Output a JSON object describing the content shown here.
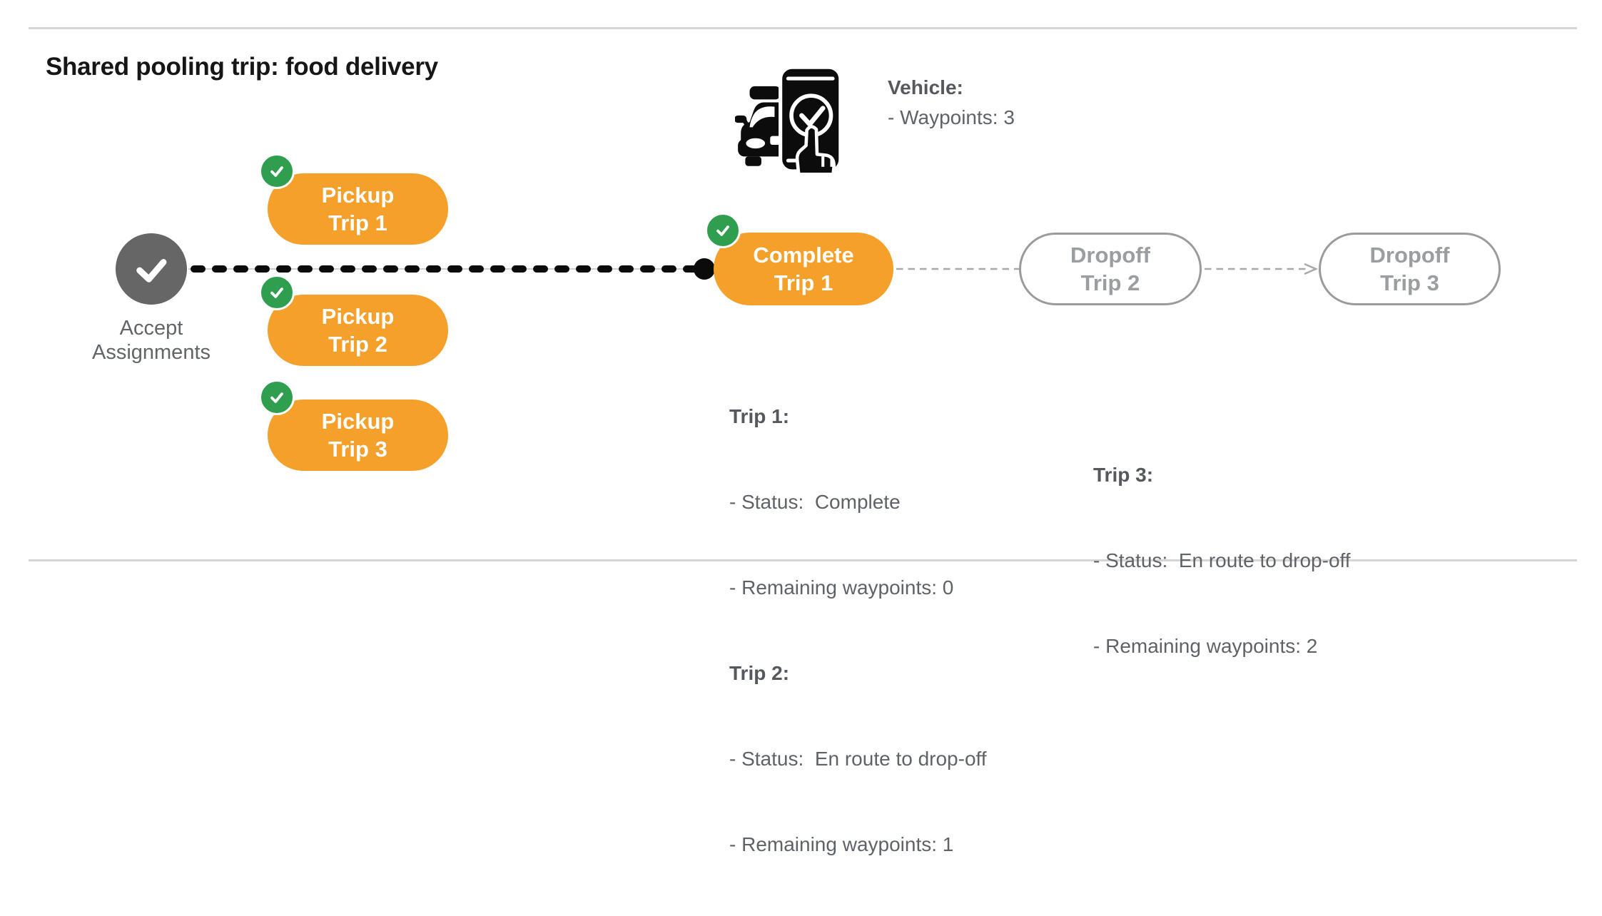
{
  "page": {
    "title": "Shared pooling trip: food delivery"
  },
  "vehicle": {
    "heading": "Vehicle:",
    "waypoints": "- Waypoints: 3",
    "icon": "car-phone-check-icon"
  },
  "accept_node": {
    "icon": "checkmark-icon",
    "label_line1": "Accept",
    "label_line2": "Assignments"
  },
  "pickups": [
    {
      "line1": "Pickup",
      "line2": "Trip 1",
      "badge_icon": "check-badge-icon"
    },
    {
      "line1": "Pickup",
      "line2": "Trip 2",
      "badge_icon": "check-badge-icon"
    },
    {
      "line1": "Pickup",
      "line2": "Trip 3",
      "badge_icon": "check-badge-icon"
    }
  ],
  "complete_node": {
    "line1": "Complete",
    "line2": "Trip 1",
    "badge_icon": "check-badge-icon"
  },
  "dropoffs": [
    {
      "line1": "Dropoff",
      "line2": "Trip 2"
    },
    {
      "line1": "Dropoff",
      "line2": "Trip 3"
    }
  ],
  "connectors": {
    "main_style": "black-dashed-over-thin-gray-line",
    "dot": "waypoint-dot",
    "dropoff_links": "gray-dashed",
    "arrowhead": "arrowhead-icon"
  },
  "status_blocks": [
    {
      "entries": [
        {
          "title": "Trip 1:",
          "lines": [
            "- Status:  Complete",
            "- Remaining waypoints: 0"
          ]
        },
        {
          "title": "Trip 2:",
          "lines": [
            "- Status:  En route to drop-off",
            "- Remaining waypoints: 1"
          ]
        }
      ]
    },
    {
      "entries": [
        {
          "title": "Trip 3:",
          "lines": [
            "- Status:  En route to drop-off",
            "- Remaining waypoints: 2"
          ]
        }
      ]
    }
  ],
  "colors": {
    "orange": "#F5A02B",
    "green": "#2F9E4F",
    "node_gray": "#666666",
    "text_gray": "#5F6368",
    "muted_gray": "#9A9EA1",
    "ink": "#0B0B0B",
    "rule_gray": "#D6D6D6"
  }
}
